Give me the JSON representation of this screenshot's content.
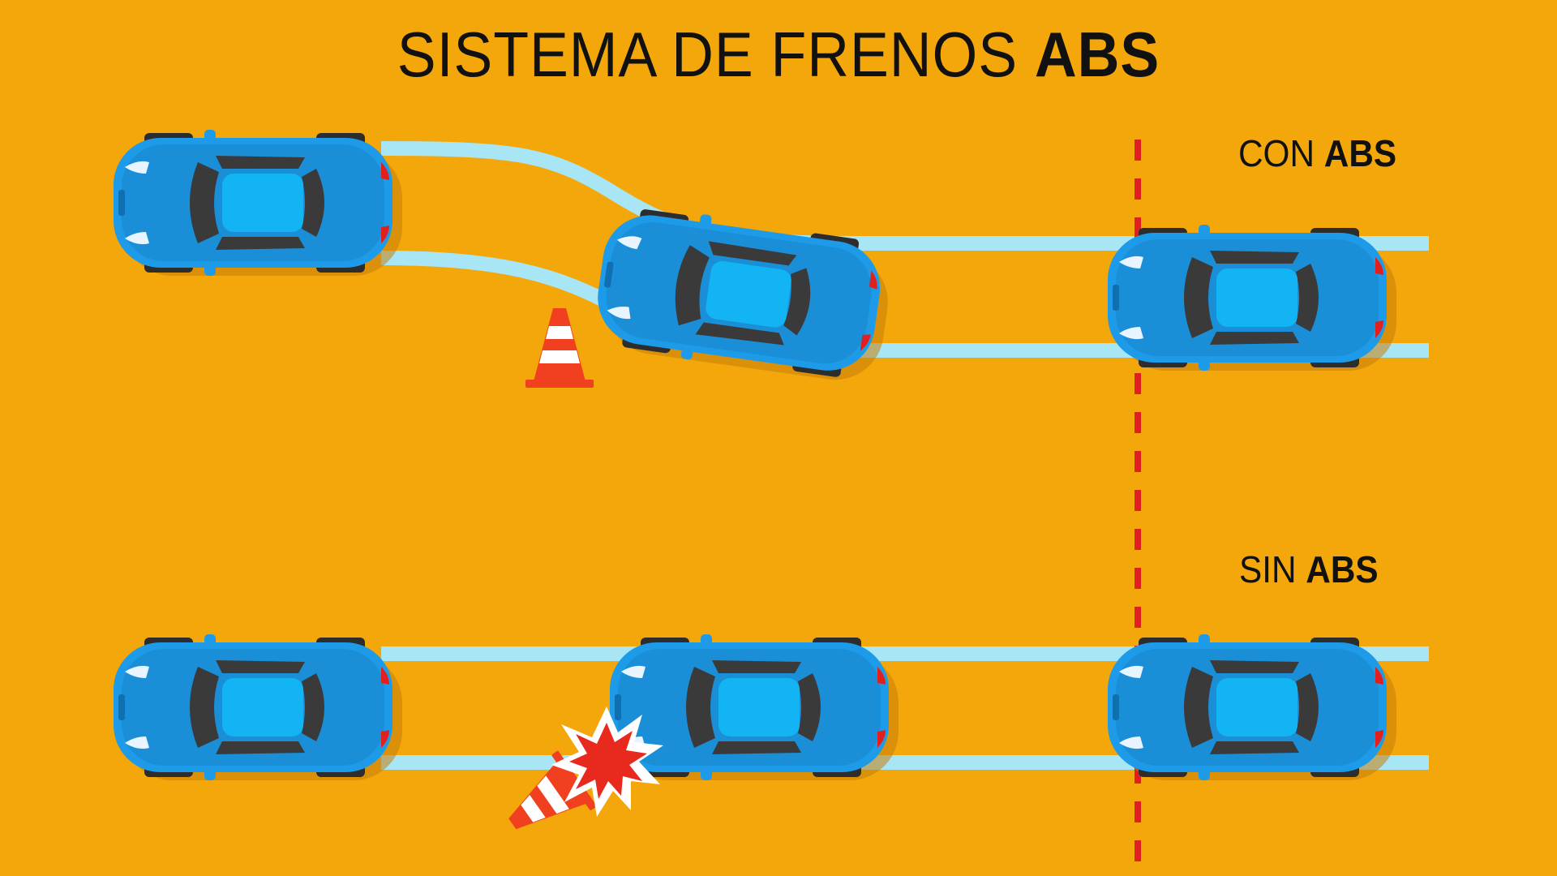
{
  "title": {
    "prefix": "SISTEMA DE FRENOS ",
    "emphasis": "ABS"
  },
  "scenarios": [
    {
      "id": "con",
      "label_prefix": "CON ",
      "label_emphasis": "ABS",
      "outcome": "car steers around cone"
    },
    {
      "id": "sin",
      "label_prefix": "SIN ",
      "label_emphasis": "ABS",
      "outcome": "car hits cone"
    }
  ],
  "colors": {
    "background": "#F3A70A",
    "car_body": "#1E9BE8",
    "car_roof": "#12B4F4",
    "window": "#3A3A3A",
    "tyre_track": "#A9E6F5",
    "stop_line": "#E0201E",
    "cone": "#F0401F",
    "impact": "#E8291E"
  },
  "icons": [
    "car-icon",
    "traffic-cone-icon",
    "impact-burst-icon",
    "stop-line"
  ]
}
